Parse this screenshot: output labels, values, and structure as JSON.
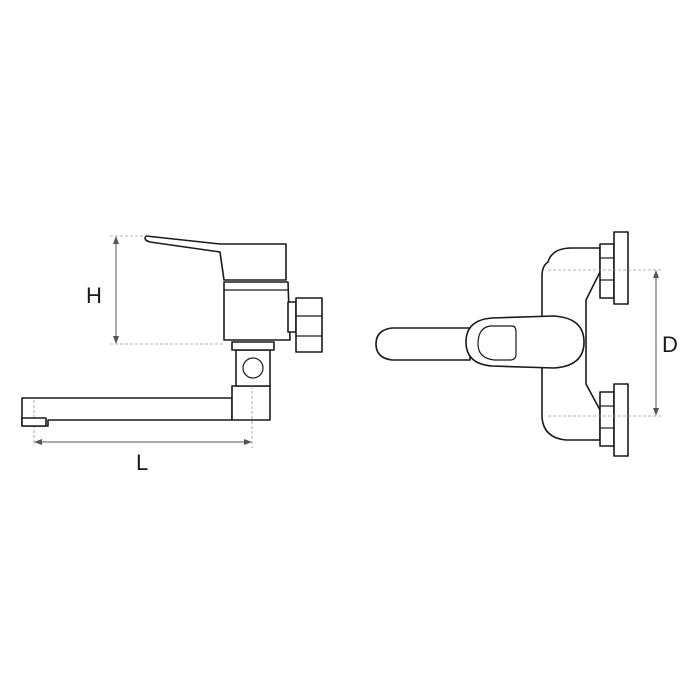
{
  "dimensions": {
    "height_label": "H",
    "length_label": "L",
    "distance_label": "D"
  },
  "colors": {
    "line": "#1a1a1a",
    "dimension_line": "#555555",
    "extension_line": "#9a9a9a",
    "background": "#ffffff"
  }
}
